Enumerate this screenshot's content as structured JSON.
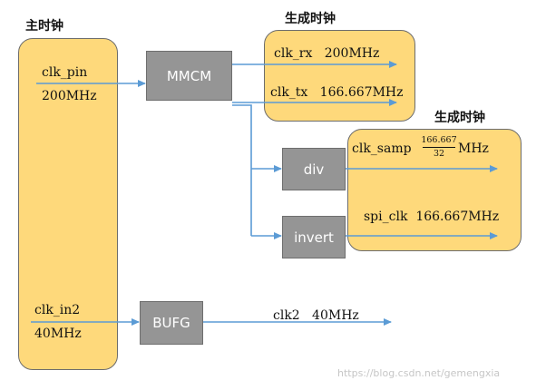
{
  "titles": {
    "main_clock": "主时钟",
    "generated_clock_1": "生成时钟",
    "generated_clock_2": "生成时钟"
  },
  "blocks": {
    "mmcm": "MMCM",
    "div": "div",
    "invert": "invert",
    "bufg": "BUFG"
  },
  "signals": {
    "clk_pin": "clk_pin",
    "clk_pin_freq": "200MHz",
    "clk_in2": "clk_in2",
    "clk_in2_freq": "40MHz",
    "clk_rx": "clk_rx   200MHz",
    "clk_tx": "clk_tx   166.667MHz",
    "clk_samp": "clk_samp",
    "clk_samp_num": "166.667",
    "clk_samp_den": "32",
    "clk_samp_unit": "MHz",
    "spi_clk": "spi_clk  166.667MHz",
    "clk2": "clk2   40MHz"
  },
  "watermark": "https://blog.csdn.net/gemengxia",
  "colors": {
    "box_fill": "#fed97b",
    "block_fill": "#959595",
    "wire": "#5b9bd5"
  }
}
